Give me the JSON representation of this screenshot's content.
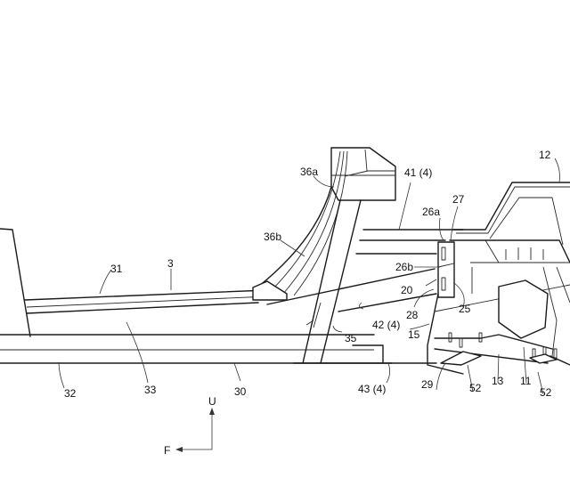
{
  "figure": {
    "labels": {
      "l3": "3",
      "l11": "11",
      "l12": "12",
      "l13": "13",
      "l15": "15",
      "l20": "20",
      "l25": "25",
      "l26a": "26a",
      "l26b": "26b",
      "l27": "27",
      "l28": "28",
      "l29": "29",
      "l30": "30",
      "l31": "31",
      "l32": "32",
      "l33": "33",
      "l35": "35",
      "l36a": "36a",
      "l36b": "36b",
      "l41": "41 (4)",
      "l42": "42 (4)",
      "l43": "43 (4)",
      "l52a": "52",
      "l52b": "52"
    },
    "axes": {
      "up": "U",
      "front": "F"
    }
  }
}
